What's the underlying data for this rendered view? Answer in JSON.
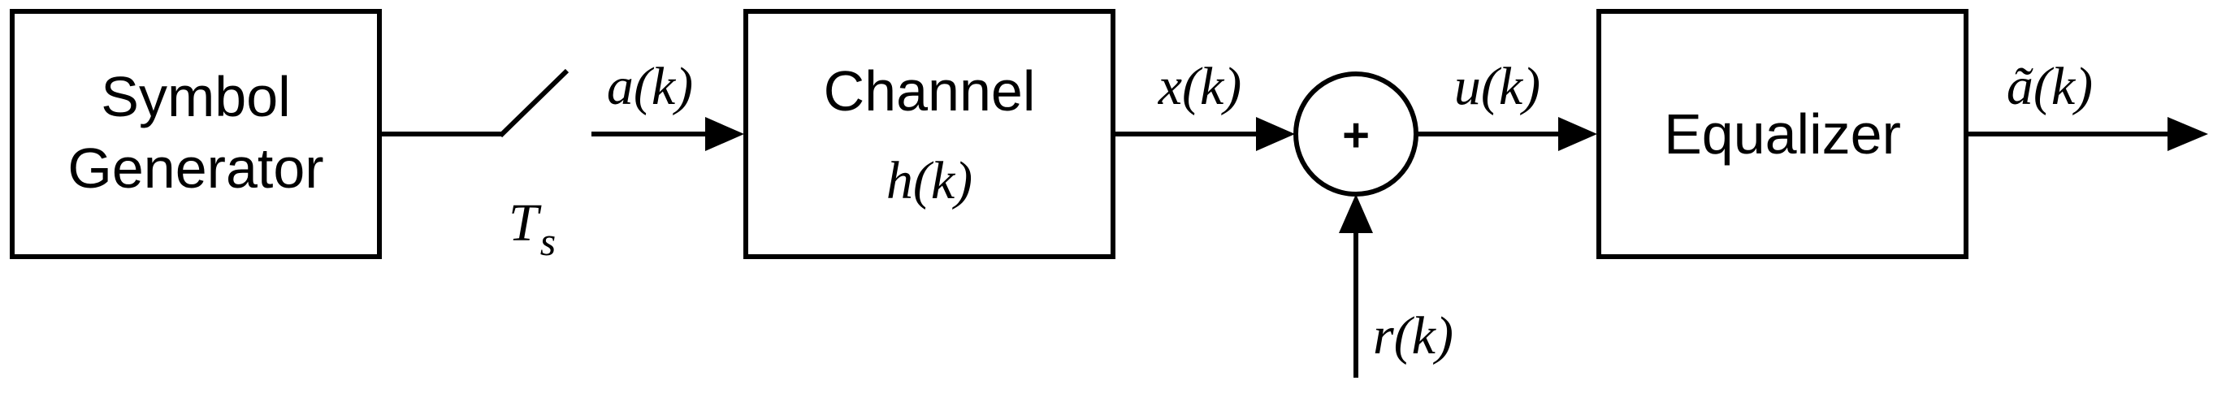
{
  "blocks": {
    "symbol_generator": {
      "line1": "Symbol",
      "line2": "Generator"
    },
    "channel": {
      "line1": "Channel",
      "line2": "h(k)"
    },
    "equalizer": {
      "label": "Equalizer"
    }
  },
  "summer": {
    "symbol": "+"
  },
  "sampler": {
    "label_base": "T",
    "label_sub": "s"
  },
  "signals": {
    "a": "a(k)",
    "x": "x(k)",
    "u": "u(k)",
    "r": "r(k)",
    "a_hat": "ã(k)"
  },
  "colors": {
    "stroke": "#000000",
    "background": "#ffffff"
  }
}
